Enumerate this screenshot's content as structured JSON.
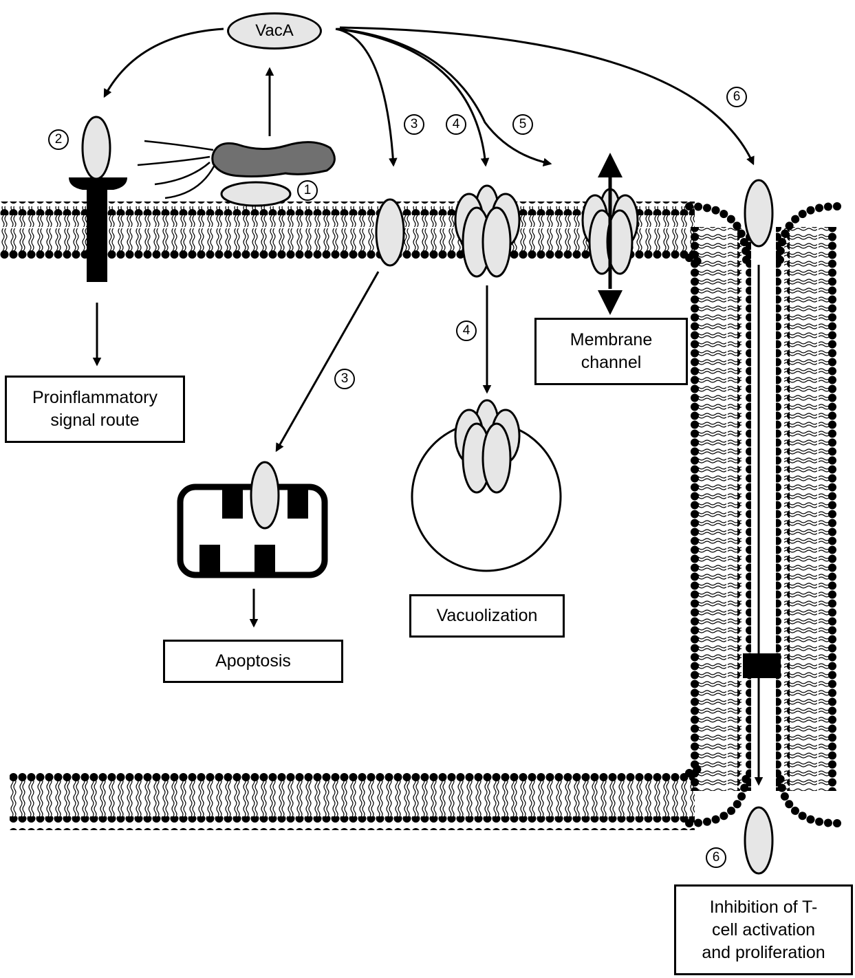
{
  "toxin_label": "VacA",
  "steps": {
    "s1": "1",
    "s2": "2",
    "s3a": "3",
    "s3b": "3",
    "s4a": "4",
    "s4b": "4",
    "s5": "5",
    "s6a": "6",
    "s6b": "6"
  },
  "outcomes": {
    "proinflammatory": "Proinflammatory\nsignal route",
    "apoptosis": "Apoptosis",
    "vacuolization": "Vacuolization",
    "membrane_channel": "Membrane\nchannel",
    "tcell": "Inhibition of T-\ncell activation\nand proliferation"
  },
  "colors": {
    "ink": "#000000",
    "toxin_fill": "#e6e6e6",
    "bacterium_fill": "#707070",
    "background": "#ffffff"
  }
}
